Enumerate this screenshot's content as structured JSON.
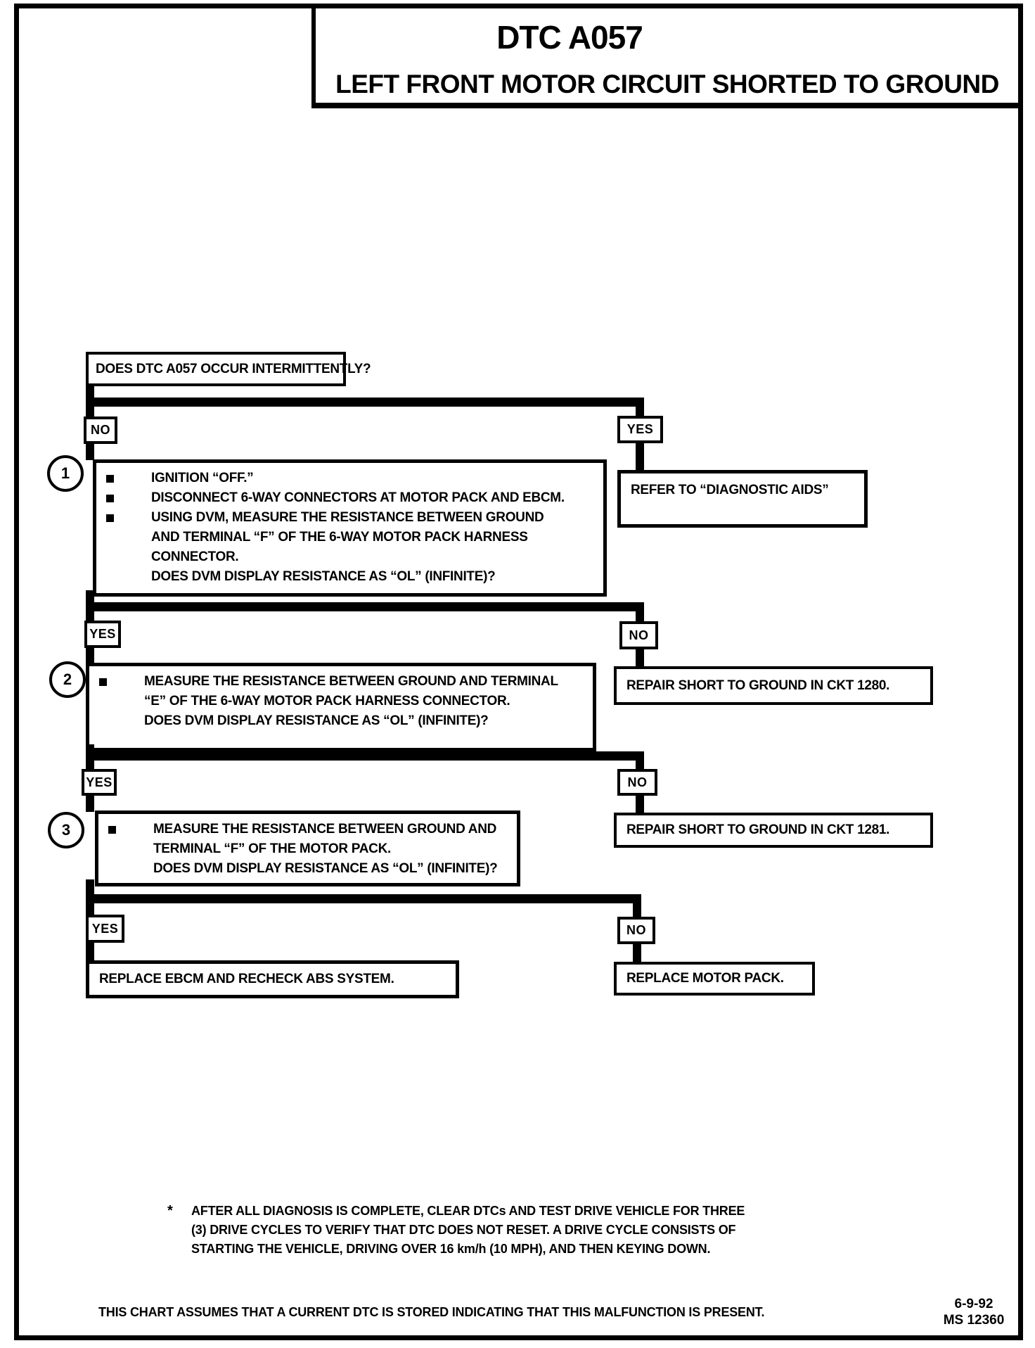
{
  "header": {
    "title": "DTC A057",
    "subtitle": "LEFT FRONT MOTOR CIRCUIT SHORTED TO GROUND"
  },
  "chart": {
    "question1": "DOES DTC A057 OCCUR INTERMITTENTLY?",
    "yes_label": "YES",
    "no_label": "NO",
    "steps": [
      {
        "number": "1",
        "bullets": [
          "IGNITION “OFF.”",
          "DISCONNECT 6-WAY CONNECTORS AT MOTOR PACK AND EBCM.",
          "USING DVM, MEASURE THE RESISTANCE BETWEEN GROUND\nAND TERMINAL “F” OF THE 6-WAY MOTOR PACK HARNESS\nCONNECTOR.",
          "DOES DVM DISPLAY RESISTANCE AS “OL” (INFINITE)?"
        ]
      },
      {
        "number": "2",
        "bullets": [
          "MEASURE THE RESISTANCE BETWEEN GROUND AND TERMINAL\n“E” OF THE 6-WAY MOTOR PACK HARNESS CONNECTOR.",
          "DOES DVM DISPLAY RESISTANCE AS “OL” (INFINITE)?"
        ]
      },
      {
        "number": "3",
        "bullets": [
          "MEASURE THE RESISTANCE BETWEEN GROUND AND\nTERMINAL “F” OF THE MOTOR PACK.",
          "DOES DVM DISPLAY RESISTANCE AS “OL” (INFINITE)?"
        ]
      }
    ],
    "results": {
      "refer_aids": "REFER TO “DIAGNOSTIC AIDS”",
      "repair_ckt_1280": "REPAIR SHORT TO GROUND IN CKT 1280.",
      "repair_ckt_1281": "REPAIR SHORT TO GROUND IN CKT 1281.",
      "replace_ebcm": "REPLACE EBCM AND RECHECK ABS SYSTEM.",
      "replace_motor_pack": "REPLACE MOTOR PACK."
    }
  },
  "footnote": {
    "marker": "*",
    "lines": [
      "AFTER ALL DIAGNOSIS IS COMPLETE, CLEAR DTCs AND TEST DRIVE VEHICLE FOR THREE",
      "(3) DRIVE CYCLES TO VERIFY THAT DTC DOES NOT RESET.  A DRIVE CYCLE CONSISTS OF",
      "STARTING THE VEHICLE, DRIVING OVER 16 km/h (10 MPH), AND THEN KEYING DOWN."
    ]
  },
  "footer": {
    "assumption": "THIS CHART ASSUMES THAT A CURRENT DTC IS STORED INDICATING THAT THIS MALFUNCTION IS PRESENT.",
    "date": "6-9-92",
    "doc_number": "MS 12360"
  }
}
